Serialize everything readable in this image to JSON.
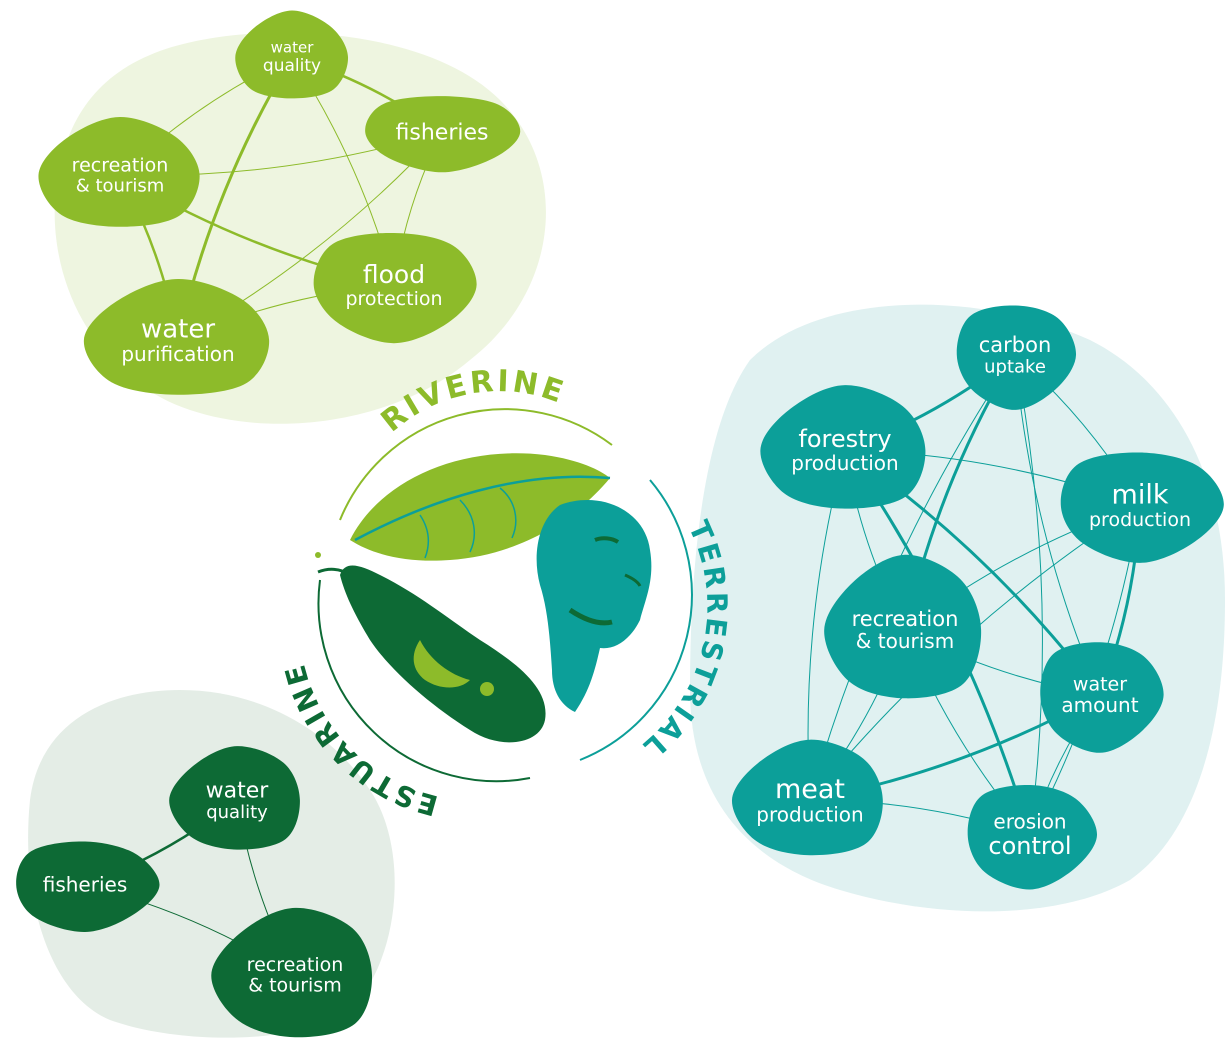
{
  "colors": {
    "riverine": "#8dbb2a",
    "riverine_bg": "#eef5e0",
    "terrestrial": "#0c9f99",
    "terrestrial_bg": "#e0f1f1",
    "estuarine": "#0d6a35",
    "estuarine_bg": "#e4ede6",
    "white": "#ffffff"
  },
  "center": {
    "labels": {
      "riverine": "RIVERINE",
      "terrestrial": "TERRESTRIAL",
      "estuarine": "ESTUARINE"
    },
    "icons": [
      "leaf-icon",
      "human-head-icon",
      "fish-icon"
    ]
  },
  "clusters": {
    "riverine": {
      "nodes": [
        {
          "id": "water_quality",
          "lines": [
            "water",
            "quality"
          ]
        },
        {
          "id": "fisheries",
          "lines": [
            "fisheries"
          ]
        },
        {
          "id": "recreation",
          "lines": [
            "recreation",
            "& tourism"
          ]
        },
        {
          "id": "flood",
          "lines": [
            "flood",
            "protection"
          ]
        },
        {
          "id": "purification",
          "lines": [
            "water",
            "purification"
          ]
        }
      ]
    },
    "terrestrial": {
      "nodes": [
        {
          "id": "carbon",
          "lines": [
            "carbon",
            "uptake"
          ]
        },
        {
          "id": "forestry",
          "lines": [
            "forestry",
            "production"
          ]
        },
        {
          "id": "milk",
          "lines": [
            "milk",
            "production"
          ]
        },
        {
          "id": "recreation",
          "lines": [
            "recreation",
            "& tourism"
          ]
        },
        {
          "id": "water_amount",
          "lines": [
            "water",
            "amount"
          ]
        },
        {
          "id": "meat",
          "lines": [
            "meat",
            "production"
          ]
        },
        {
          "id": "erosion",
          "lines": [
            "erosion",
            "control"
          ]
        }
      ]
    },
    "estuarine": {
      "nodes": [
        {
          "id": "water_quality",
          "lines": [
            "water",
            "quality"
          ]
        },
        {
          "id": "fisheries",
          "lines": [
            "fisheries"
          ]
        },
        {
          "id": "recreation",
          "lines": [
            "recreation",
            "& tourism"
          ]
        }
      ]
    }
  }
}
